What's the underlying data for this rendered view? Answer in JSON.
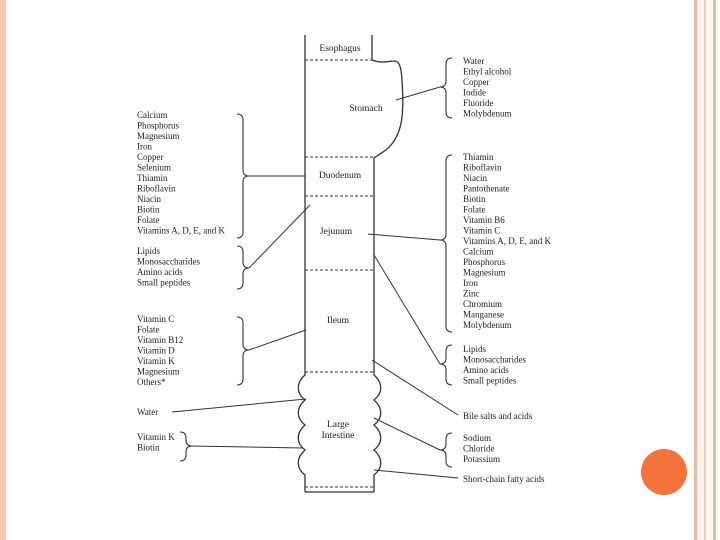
{
  "organs": {
    "esophagus": "Esophagus",
    "stomach": "Stomach",
    "duodenum": "Duodenum",
    "jejunum": "Jejunum",
    "ileum": "Ileum",
    "large_intestine_1": "Large",
    "large_intestine_2": "Intestine"
  },
  "left_lists": {
    "duodenum_minerals": [
      "Calcium",
      "Phosphorus",
      "Magnesium",
      "Iron",
      "Copper",
      "Selenium",
      "Thiamin",
      "Riboflavin",
      "Niacin",
      "Biotin",
      "Folate",
      "Vitamins A, D, E, and K"
    ],
    "jejunum_macros": [
      "Lipids",
      "Monosaccharides",
      "Amino acids",
      "Small peptides"
    ],
    "ileum_items": [
      "Vitamin C",
      "Folate",
      "Vitamin B12",
      "Vitamin D",
      "Vitamin K",
      "Magnesium",
      "Others*"
    ],
    "water": "Water",
    "large_intestine_vitamins": [
      "Vitamin K",
      "Biotin"
    ]
  },
  "right_lists": {
    "stomach_items": [
      "Water",
      "Ethyl alcohol",
      "Copper",
      "Iodide",
      "Fluoride",
      "Molybdenum"
    ],
    "jejunum_items": [
      "Thiamin",
      "Riboflavin",
      "Niacin",
      "Pantothenate",
      "Biotin",
      "Folate",
      "Vitamin B6",
      "Vitamin C",
      "Vitamins A, D, E, and K",
      "Calcium",
      "Phosphorus",
      "Magnesium",
      "Iron",
      "Zinc",
      "Chromium",
      "Manganese",
      "Molybdenum"
    ],
    "ileum_macros": [
      "Lipids",
      "Monosaccharides",
      "Amino acids",
      "Small peptides"
    ],
    "bile": "Bile salts and acids",
    "electrolytes": [
      "Sodium",
      "Chloride",
      "Potassium"
    ],
    "scfa": "Short-chain fatty acids"
  }
}
